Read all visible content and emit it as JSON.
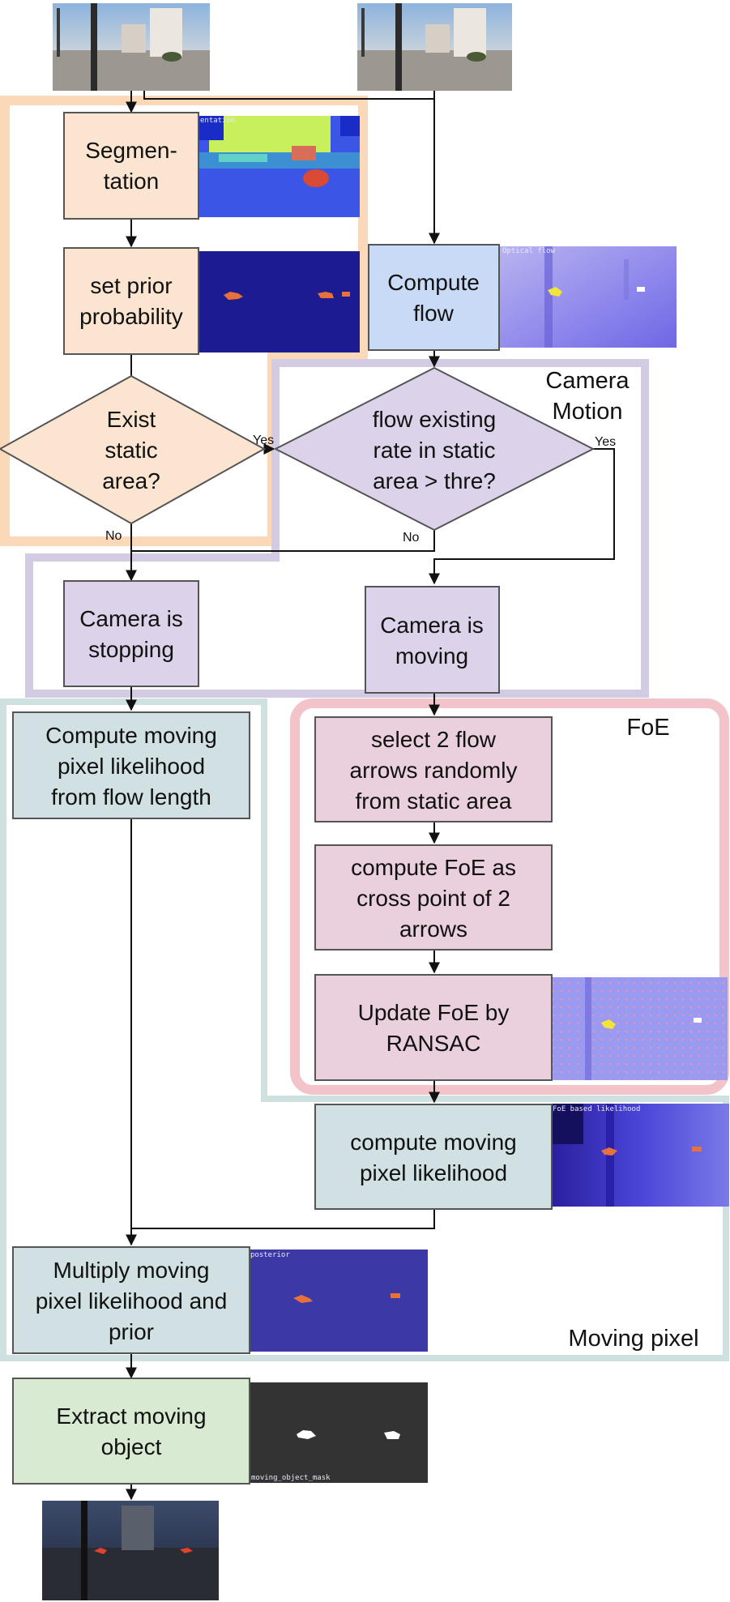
{
  "groups": {
    "camera_motion": "Camera\nMotion",
    "foe": "FoE",
    "moving_pixel": "Moving pixel"
  },
  "nodes": {
    "segmentation": "Segmen-\ntation",
    "set_prior": "set prior\nprobability",
    "exist_static": "Exist\nstatic\narea?",
    "compute_flow": "Compute\nflow",
    "flow_rate": "flow existing\nrate in static\narea > thre?",
    "camera_stopping": "Camera is\nstopping",
    "camera_moving": "Camera is\nmoving",
    "compute_likelihood_length": "Compute moving\npixel likelihood\nfrom flow length",
    "select_arrows": "select 2 flow\narrows randomly\nfrom static area",
    "compute_foe": "compute FoE as\ncross point of 2\narrows",
    "update_foe": "Update FoE by\nRANSAC",
    "compute_likelihood": "compute moving\npixel likelihood",
    "multiply": "Multiply moving\npixel likelihood and\nprior",
    "extract": "Extract moving\nobject"
  },
  "edge_labels": {
    "yes1": "Yes",
    "no1": "No",
    "yes2": "Yes",
    "no2": "No"
  },
  "image_labels": {
    "segmentation": "entation",
    "flow": "Optical flow",
    "foe_likelihood": "FoE based likelihood",
    "posterior": "posterior",
    "mask": "moving_object_mask"
  },
  "colors": {
    "peach": "#fbe5d0",
    "lavender": "#dcd3ea",
    "lightblue": "#c9daf6",
    "pink": "#ead0dc",
    "grayblue": "#d0e0e3",
    "green": "#d9ead3",
    "orange_frame": "#fbd9b8",
    "purple_frame": "#d3cbe3",
    "pink_frame": "#f2c4c9",
    "teal_frame": "#cfe0e1"
  }
}
